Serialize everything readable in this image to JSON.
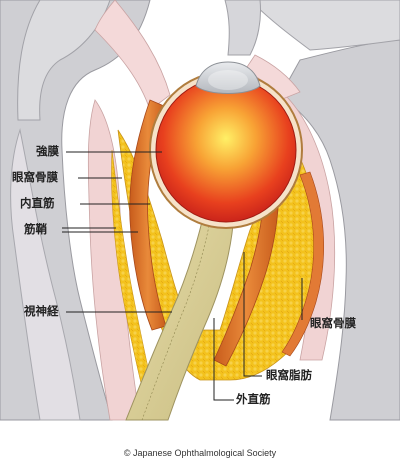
{
  "labels": {
    "sclera": "強膜",
    "periorbita_left": "眼窩骨膜",
    "medial_rectus": "内直筋",
    "muscle_sheath": "筋鞘",
    "optic_nerve": "視神経",
    "periorbita_right": "眼窩骨膜",
    "orbital_fat": "眼窩脂肪",
    "lateral_rectus": "外直筋"
  },
  "copyright": "© Japanese Ophthalmological Society",
  "colors": {
    "bone_gray": "#c9c9cc",
    "tissue_pink": "#f3d7d7",
    "fat_yellow": "#f2c21b",
    "muscle_orange": "#d97a2e",
    "eyeball_red": "#e6341e",
    "cornea_gray": "#bfc3c8",
    "nerve_tan": "#d9cf9a"
  }
}
